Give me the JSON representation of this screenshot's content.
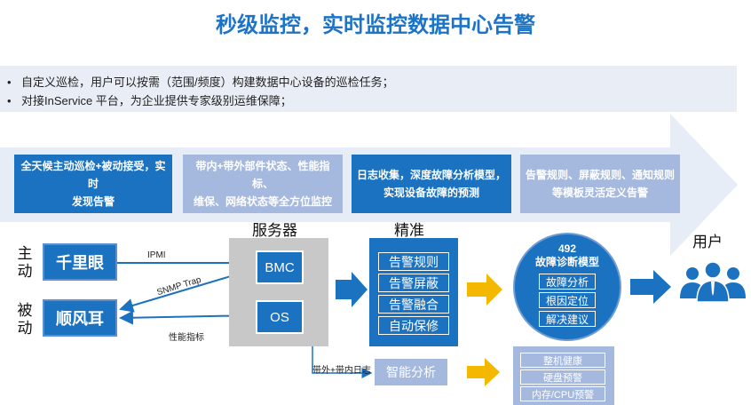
{
  "title": "秒级监控，实时监控数据中心告警",
  "bullets": [
    "自定义巡检，用户可以按需（范围/频度）构建数据中心设备的巡检任务；",
    "对接InService 平台，为企业提供专家级别运维保障；"
  ],
  "bullet_marker": "•",
  "features": [
    {
      "line1": "全天候主动巡检+被动接受，实时",
      "line2": "发现告警",
      "style": "dark"
    },
    {
      "line1": "带内+带外部件状态、性能指标、",
      "line2": "维保、网络状态等全方位监控",
      "style": "light"
    },
    {
      "line1": "日志收集，深度故障分析模型，",
      "line2": "实现设备故障的预测",
      "style": "dark"
    },
    {
      "line1": "告警规则、屏蔽规则、通知规则",
      "line2": "等模板灵活定义告警",
      "style": "light"
    }
  ],
  "side_labels": {
    "active": "主动",
    "passive": "被动"
  },
  "agents": {
    "active": "千里眼",
    "passive": "顺风耳"
  },
  "links": {
    "ipmi": "IPMI",
    "snmp": "SNMP  Trap",
    "perf": "性能指标",
    "log": "带外+带内日志"
  },
  "server": {
    "heading": "服务器",
    "bmc": "BMC",
    "os": "OS"
  },
  "precise": {
    "heading": "精准",
    "items": [
      "告警规则",
      "告警屏蔽",
      "告警融合",
      "自动保修"
    ]
  },
  "model": {
    "count": "492",
    "name": "故障诊断模型",
    "items": [
      "故障分析",
      "根因定位",
      "解决建议"
    ]
  },
  "smart_analysis": "智能分析",
  "predictions": [
    "整机健康",
    "硬盘预警",
    "内存/CPU预警"
  ],
  "user_label": "用户",
  "colors": {
    "primary": "#1b72c0",
    "light": "#a5b8de",
    "title": "#1d74c6",
    "yellow_arrow": "#f5b800",
    "banner": "#e6edf6"
  }
}
